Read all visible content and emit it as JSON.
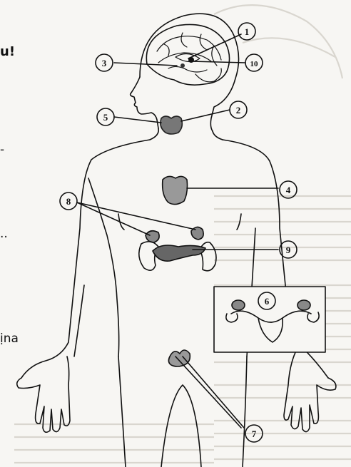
{
  "fragments": {
    "top": "u!",
    "mid1": "-",
    "mid2": "..",
    "bottom": "ịna"
  },
  "callouts": [
    "1",
    "2",
    "3",
    "4",
    "5",
    "6",
    "7",
    "8",
    "9",
    "10"
  ]
}
